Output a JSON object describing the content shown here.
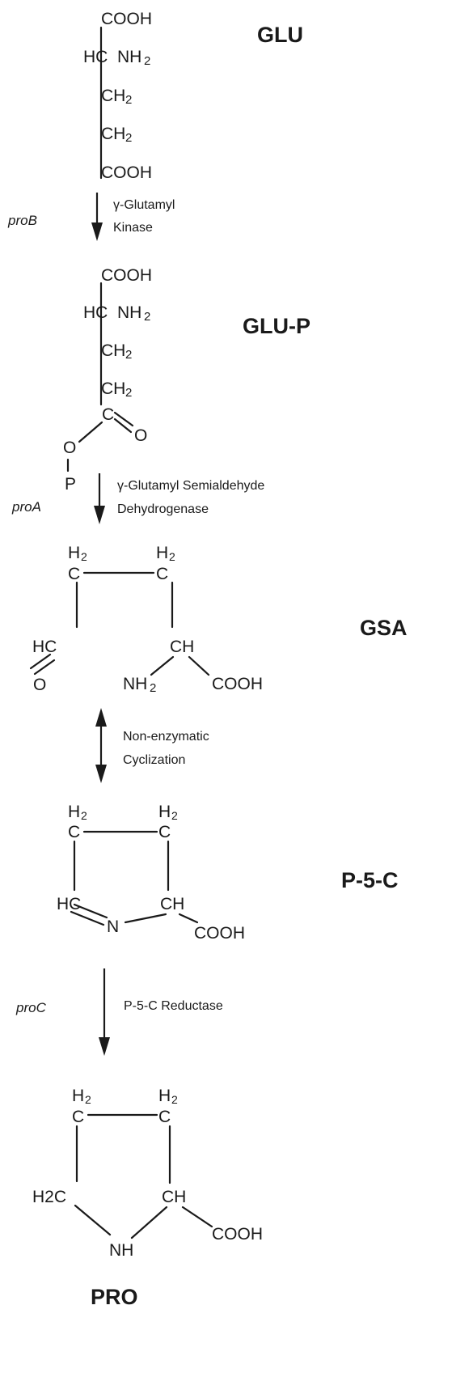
{
  "molecules": {
    "glu": {
      "name": "GLU"
    },
    "glu_p": {
      "name": "GLU-P"
    },
    "gsa": {
      "name": "GSA"
    },
    "p5c": {
      "name": "P-5-C"
    },
    "pro": {
      "name": "PRO"
    }
  },
  "atoms": {
    "cooh": "COOH",
    "hc": "HC",
    "nh": "NH",
    "ch": "CH",
    "c": "C",
    "o": "O",
    "p": "P",
    "h": "H",
    "hc_ring": "HC",
    "n": "N",
    "nh_ring": "NH",
    "h2c": "H2C",
    "sub2": "2"
  },
  "steps": {
    "step1": {
      "gene": "proB",
      "enzyme_line1": "γ-Glutamyl",
      "enzyme_line2": "Kinase"
    },
    "step2": {
      "gene": "proA",
      "enzyme_line1": "γ-Glutamyl Semialdehyde",
      "enzyme_line2": "Dehydrogenase"
    },
    "step3": {
      "gene": "",
      "enzyme_line1": "Non-enzymatic",
      "enzyme_line2": "Cyclization"
    },
    "step4": {
      "gene": "proC",
      "enzyme_line1": "P-5-C Reductase",
      "enzyme_line2": ""
    }
  }
}
